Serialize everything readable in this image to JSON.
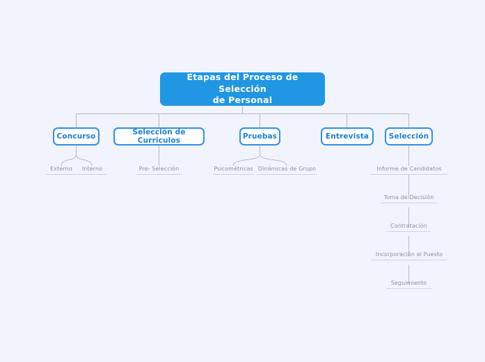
{
  "diagram": {
    "title": "Etapas del Proceso de Selección de Personal",
    "type": "mindmap-org-chart",
    "background_color": "#f1f4fd",
    "accent_color": "#2196e3",
    "branch_border_color": "#2f8fe8",
    "branch_text_color": "#1a7fd4",
    "leaf_text_color": "#8a8f9e",
    "connector_color": "#b4b9c6"
  },
  "root": {
    "label": "Etapas del Proceso de Selección de Personal",
    "line1": "Etapas del Proceso de Selección",
    "line2": "de Personal"
  },
  "branches": [
    {
      "id": "concurso",
      "label": "Concurso",
      "children": [
        {
          "id": "externo",
          "label": "Externo"
        },
        {
          "id": "interno",
          "label": "Interno"
        }
      ]
    },
    {
      "id": "seleccion-curriculos",
      "label": "Selección de Curriculos",
      "children": [
        {
          "id": "pre-seleccion",
          "label": "Pre- Selección"
        }
      ]
    },
    {
      "id": "pruebas",
      "label": "Pruebas",
      "children": [
        {
          "id": "psicometricas",
          "label": "Psicométricas"
        },
        {
          "id": "dinamicas-de-grupo",
          "label": "Dinámicas de Grupo"
        }
      ]
    },
    {
      "id": "entrevista",
      "label": "Entrevista",
      "children": []
    },
    {
      "id": "seleccion",
      "label": "Selección",
      "children": [
        {
          "id": "informe-de-candidatos",
          "label": "Informe de Candidatos"
        },
        {
          "id": "toma-de-decision",
          "label": "Toma de Decisión"
        },
        {
          "id": "contratacion",
          "label": "Contratación"
        },
        {
          "id": "incorporacion-al-puesto",
          "label": "Incorporación al Puesto"
        },
        {
          "id": "seguimiento",
          "label": "Seguimiento"
        }
      ]
    }
  ]
}
